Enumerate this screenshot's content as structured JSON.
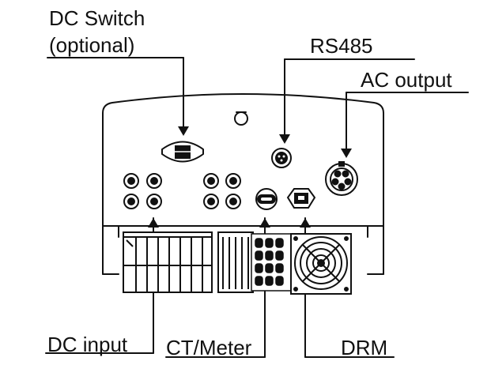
{
  "labels": {
    "dc_switch": "DC Switch",
    "dc_switch_note": "(optional)",
    "rs485": "RS485",
    "ac_output": "AC output",
    "dc_input": "DC input",
    "ct_meter": "CT/Meter",
    "drm": "DRM"
  },
  "colors": {
    "line": "#111111",
    "fill": "#ffffff"
  }
}
